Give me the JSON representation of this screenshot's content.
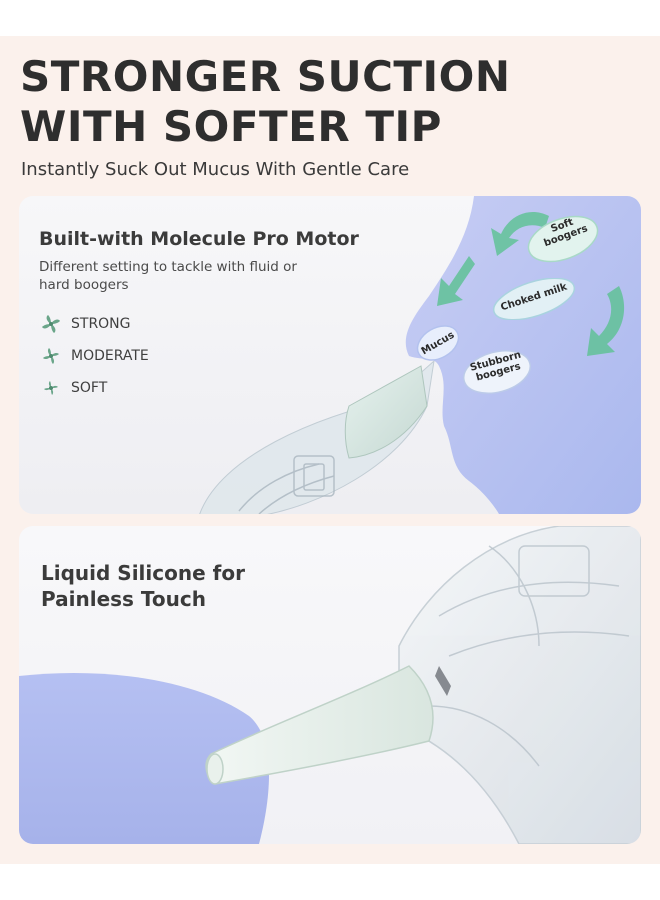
{
  "headline": {
    "line1": "STRONGER SUCTION",
    "line2": "WITH SOFTER TIP",
    "subtitle": "Instantly Suck Out Mucus With Gentle Care"
  },
  "motor_card": {
    "title": "Built-with Molecule Pro Motor",
    "description": "Different setting to tackle with fluid or hard boogers",
    "modes": [
      "STRONG",
      "MODERATE",
      "SOFT"
    ],
    "bubbles": {
      "soft": "Soft boogers",
      "choked": "Choked milk",
      "mucus": "Mucus",
      "stubborn": "Stubborn boogers"
    }
  },
  "tip_card": {
    "title": "Liquid Silicone for Painless Touch"
  },
  "colors": {
    "background": "#fbf1ec",
    "accent_green": "#5fbf97",
    "face_blue": "#b8c3f0",
    "text_dark": "#2e2e2e"
  }
}
